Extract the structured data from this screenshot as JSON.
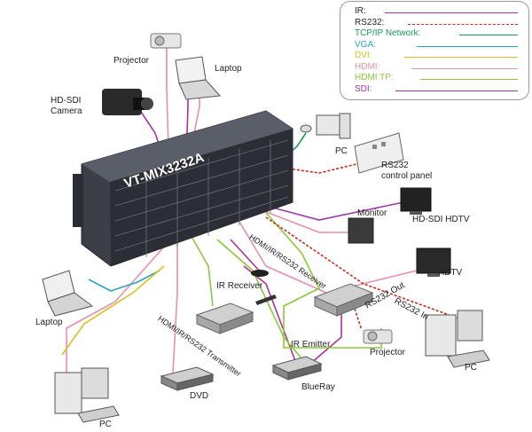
{
  "legend": {
    "items": [
      {
        "label": "IR:",
        "color": "#b0309a",
        "dash": false
      },
      {
        "label": "RS232:",
        "color": "#c8281e",
        "dash": true
      },
      {
        "label": "TCP/IP Network:",
        "color": "#1a9a5a",
        "dash": false
      },
      {
        "label": "VGA:",
        "color": "#2aa0c8",
        "dash": false
      },
      {
        "label": "DVI:",
        "color": "#d8c020",
        "dash": false
      },
      {
        "label": "HDMI:",
        "color": "#e890a8",
        "dash": false
      },
      {
        "label": "HDMI TP:",
        "color": "#8ac83a",
        "dash": false
      },
      {
        "label": "SDI:",
        "color": "#9a3aa8",
        "dash": false
      }
    ]
  },
  "matrix": {
    "name": "VT-MIX3232A"
  },
  "labels": {
    "projector_top": "Projector",
    "laptop_top": "Laptop",
    "camera": "HD-SDI\nCamera",
    "pc_top": "PC",
    "rs232_panel": "RS232\ncontrol panel",
    "monitor": "Monitor",
    "hdtv_sdi": "HD-SDI HDTV",
    "hdtv": "HDTV",
    "laptop_left": "Laptop",
    "ir_receiver": "IR Receiver",
    "receiver": "HDMI/IR/RS232 Receiver",
    "transmitter": "HDMI/IR/RS232 Transmitter",
    "ir_emitter": "IR Emitter",
    "rs232_out": "RS232 Out",
    "rs232_in": "RS232 In",
    "projector_bottom": "Projector",
    "pc_bottom_left": "PC",
    "dvd": "DVD",
    "blueray": "BlueRay",
    "pc_right": "PC"
  }
}
